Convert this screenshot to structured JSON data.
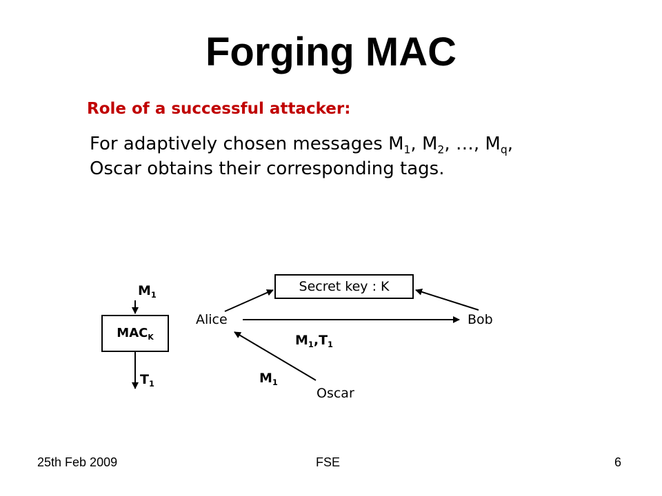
{
  "slide": {
    "title": "Forging MAC",
    "subheading": "Role of a successful attacker:",
    "body": {
      "line1_prefix": "For adaptively chosen messages M",
      "sub1": "1",
      "sep1": ", M",
      "sub2": "2",
      "sep2": ", …, M",
      "subq": "q",
      "line1_suffix": ",",
      "line2": "Oscar obtains their corresponding tags."
    },
    "colors": {
      "subheading": "#c00000",
      "text": "#000000"
    }
  },
  "diagram": {
    "mac_box": {
      "label": "MAC",
      "sub": "K"
    },
    "input": {
      "label": "M",
      "sub": "1"
    },
    "output": {
      "label": "T",
      "sub": "1"
    },
    "key_box": "Secret key : K",
    "alice": "Alice",
    "bob": "Bob",
    "oscar": "Oscar",
    "sent": {
      "m": "M",
      "m_sub": "1",
      "sep": ",T",
      "t_sub": "1"
    },
    "oscar_msg": {
      "label": "M",
      "sub": "1"
    }
  },
  "footer": {
    "date": "25th Feb 2009",
    "center": "FSE",
    "page": "6"
  }
}
